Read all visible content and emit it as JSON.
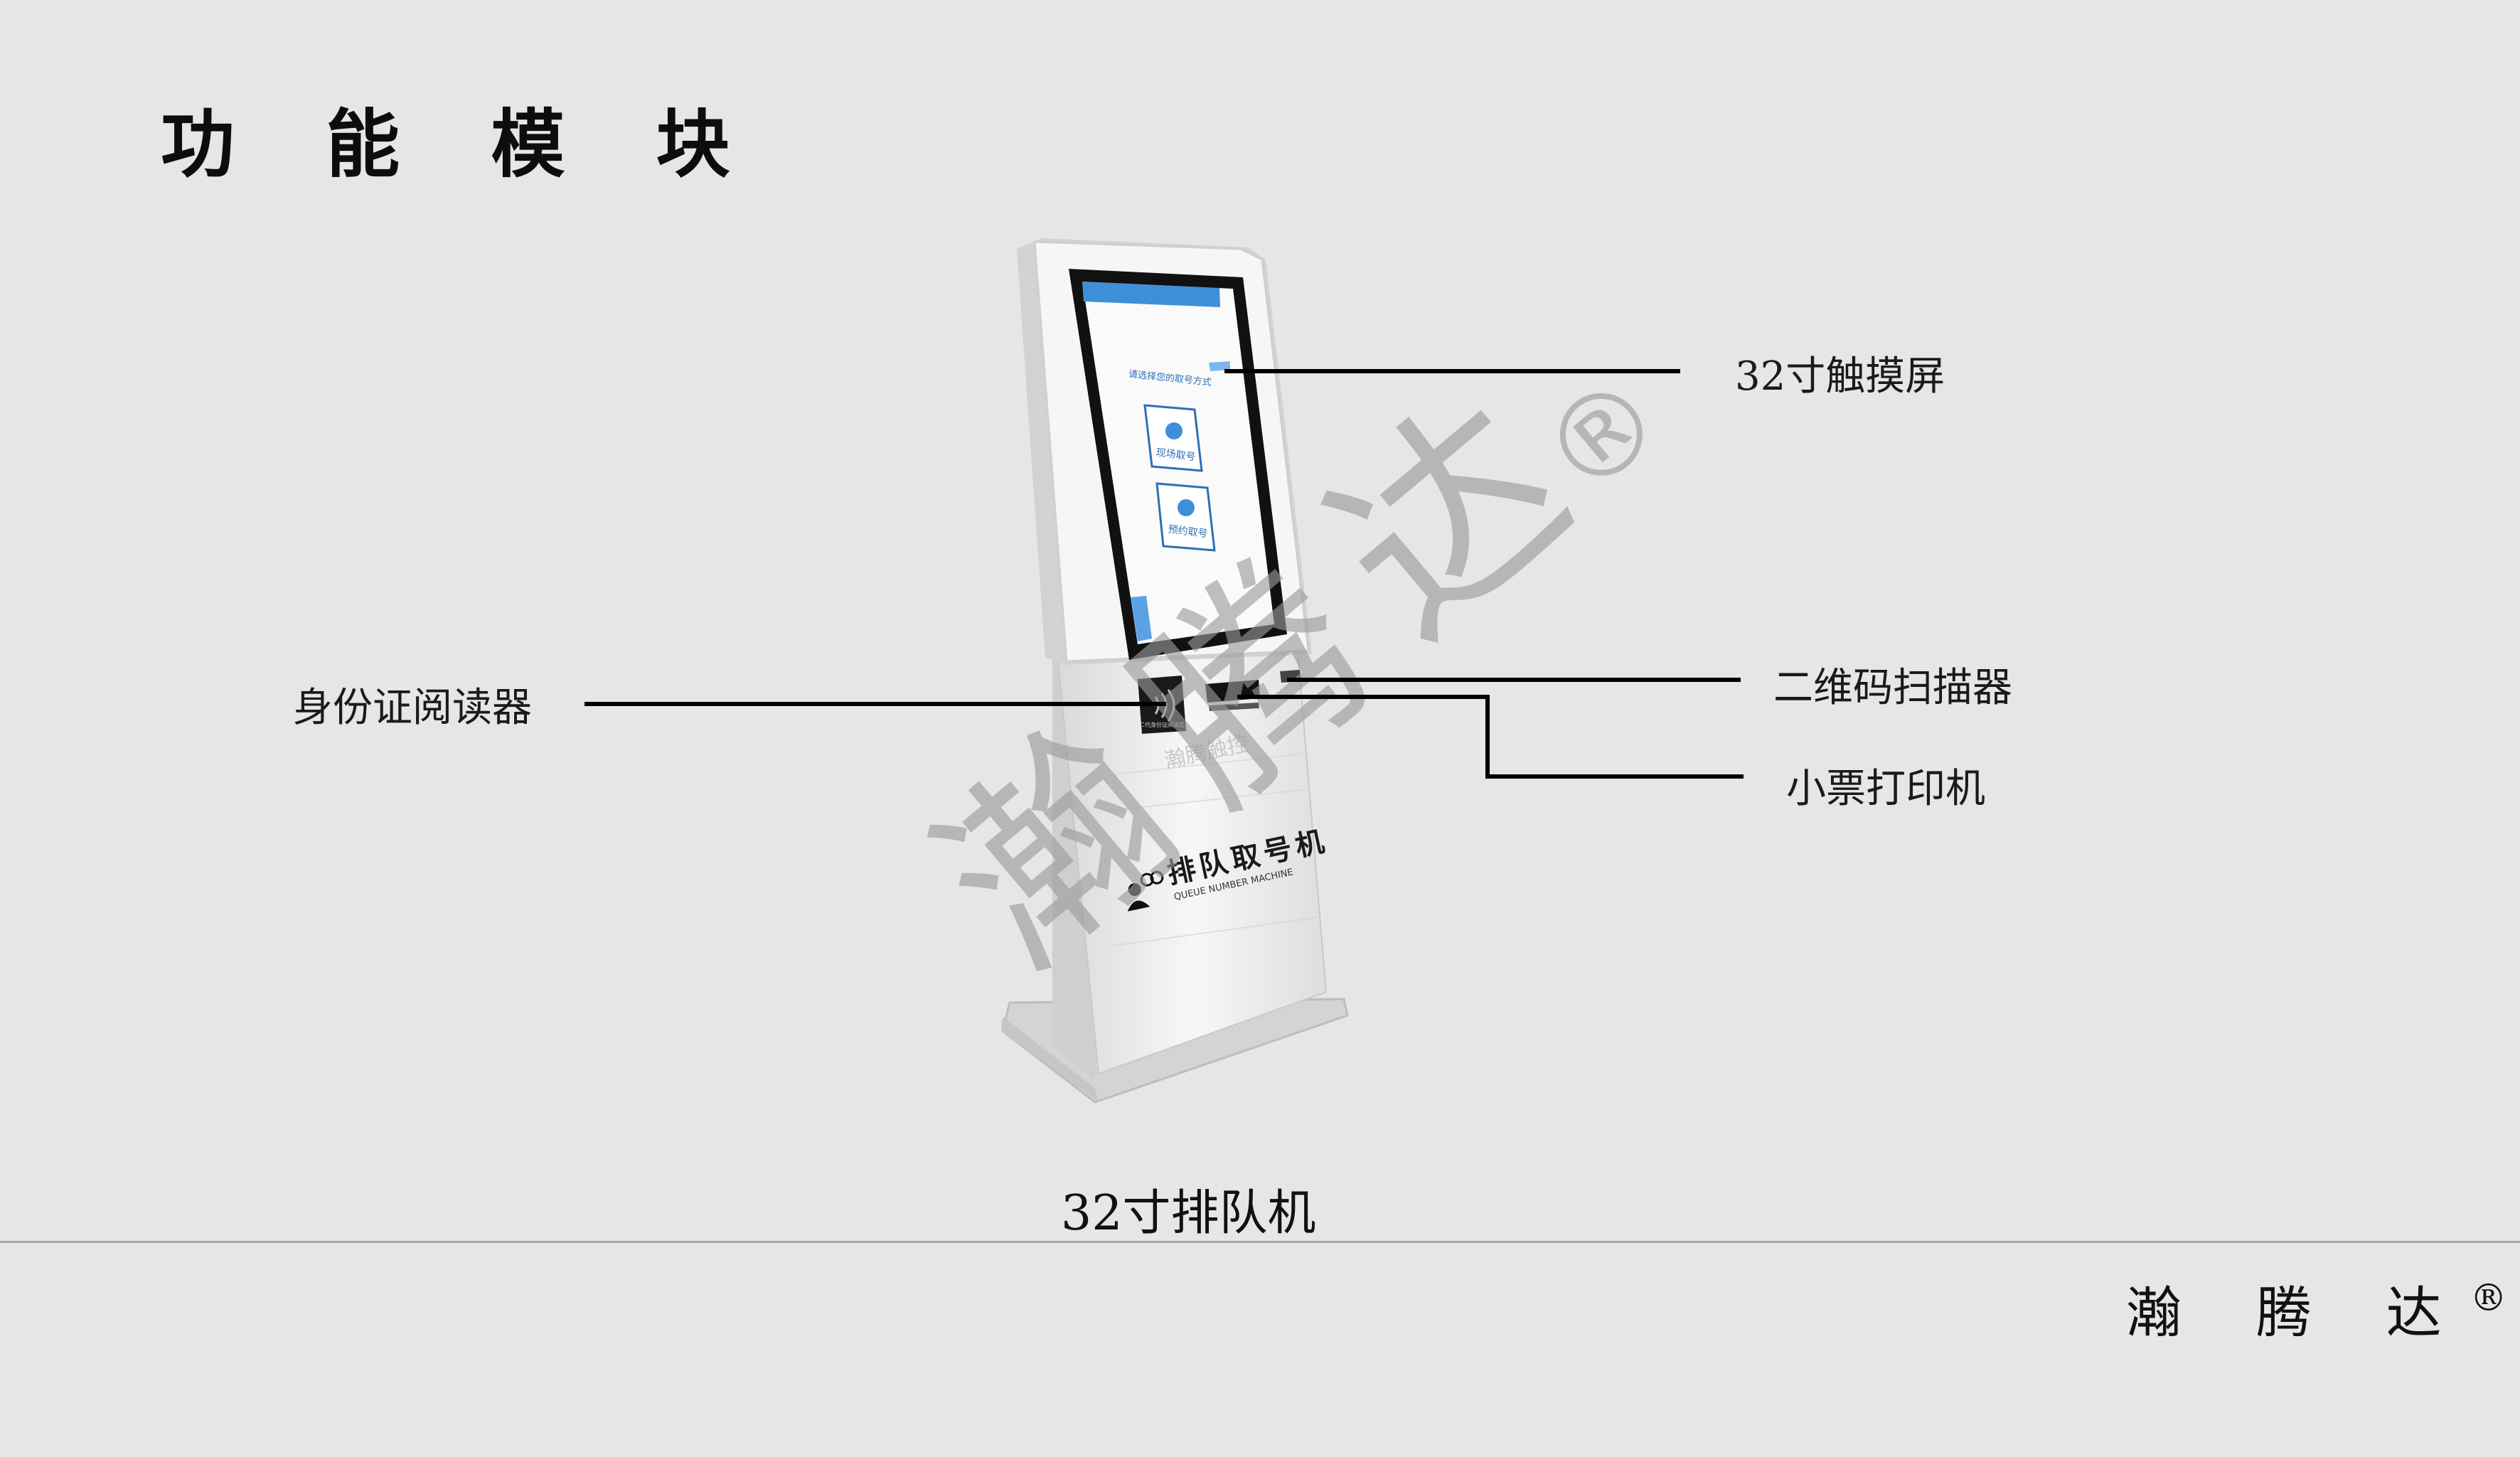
{
  "title": "功 能 模 块",
  "callouts": {
    "touch_screen": "32寸触摸屏",
    "id_reader": "身份证阅读器",
    "qr_scanner": "二维码扫描器",
    "ticket_printer": "小票打印机"
  },
  "caption": "32寸排队机",
  "brand": {
    "name": "瀚 腾 达",
    "registered": "®"
  },
  "watermark": {
    "text": "瀚腾达",
    "registered": "®"
  },
  "kiosk": {
    "screen_heading": "请选择您的取号方式",
    "screen_buttons": [
      "现场取号",
      "预约取号"
    ],
    "panel_title": "排队取号机",
    "panel_subtitle": "QUEUE NUMBER MACHINE",
    "reader_small_label": "二代身份证阅读区",
    "panel_small_text": "瀚腾触控"
  },
  "colors": {
    "background": "#e6e6e6",
    "screen_accent": "#3f8fd8",
    "line": "#000000"
  }
}
